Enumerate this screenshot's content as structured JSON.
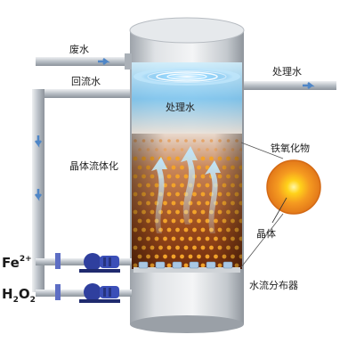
{
  "labels": {
    "waste_water": "废水",
    "reflux_water": "回流水",
    "treated_water_out": "处理水",
    "treated_water_in": "处理水",
    "crystal_fluidization": "晶体流体化",
    "iron_oxide": "铁氧化物",
    "crystal": "晶体",
    "distributor": "水流分布器",
    "fe_base": "Fe",
    "fe_sup": "2+",
    "h2o2_a": "H",
    "h2o2_sub1": "2",
    "h2o2_b": "O",
    "h2o2_sub2": "2"
  },
  "colors": {
    "pipe": "#b9bfc6",
    "pipe_edge": "#8e959d",
    "flow_arrow": "#4f86c6",
    "vessel": "#c9cdd2",
    "bed_top": "#e7d3c3",
    "bed_bottom": "#8a3a12",
    "particle": "#f2a32a",
    "up_arrow": "#9ad0ef",
    "water_glow": "#6fc3f2",
    "crystal_core": "#ffd21a",
    "crystal_shell": "#f08a1c",
    "pump": "#2f3f9e"
  },
  "icons": [
    "pump-icon",
    "valve-icon",
    "flow-arrow-icon",
    "crystal-particle-icon"
  ]
}
